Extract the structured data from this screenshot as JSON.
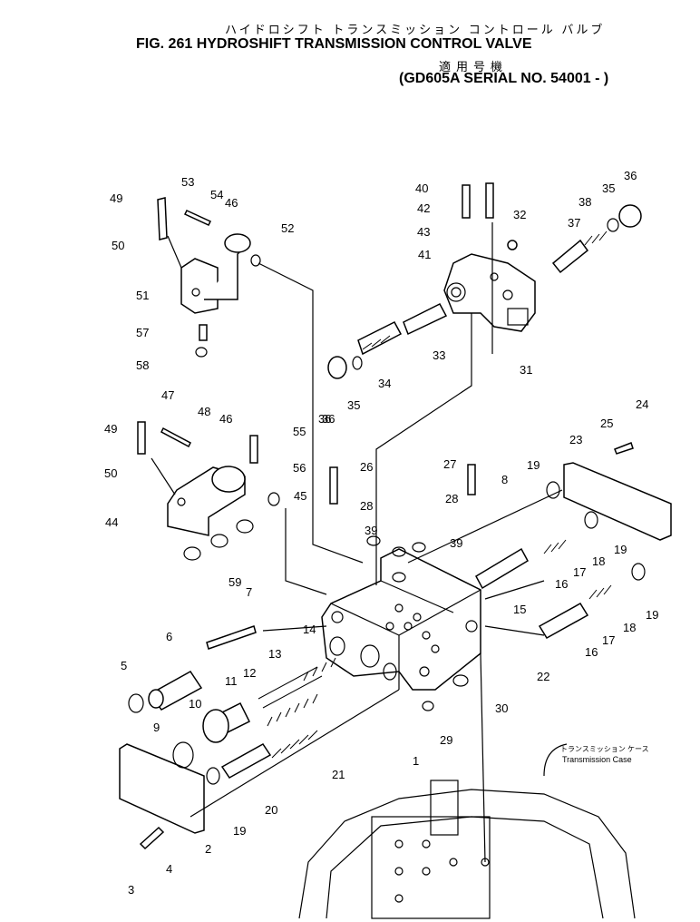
{
  "header": {
    "japanese_title": "ハイドロシフト トランスミッション コントロール バルブ",
    "figure_title": "FIG. 261 HYDROSHIFT TRANSMISSION CONTROL VALVE",
    "japanese_model": "適用号機",
    "serial": "(GD605A SERIAL NO. 54001 - )"
  },
  "callouts": {
    "transmission_case_jp": "トランスミッション ケース",
    "transmission_case": "Transmission Case"
  },
  "part_labels": [
    "1",
    "2",
    "3",
    "4",
    "5",
    "6",
    "7",
    "8",
    "9",
    "10",
    "11",
    "12",
    "13",
    "14",
    "15",
    "16",
    "16",
    "17",
    "17",
    "18",
    "18",
    "19",
    "19",
    "19",
    "19",
    "20",
    "21",
    "22",
    "23",
    "24",
    "25",
    "26",
    "27",
    "28",
    "28",
    "29",
    "30",
    "31",
    "32",
    "33",
    "34",
    "35",
    "35",
    "36",
    "36",
    "36",
    "37",
    "38",
    "39",
    "39",
    "40",
    "41",
    "42",
    "43",
    "44",
    "45",
    "46",
    "46",
    "47",
    "48",
    "49",
    "49",
    "50",
    "50",
    "51",
    "52",
    "53",
    "54",
    "55",
    "56",
    "57",
    "58",
    "59"
  ]
}
